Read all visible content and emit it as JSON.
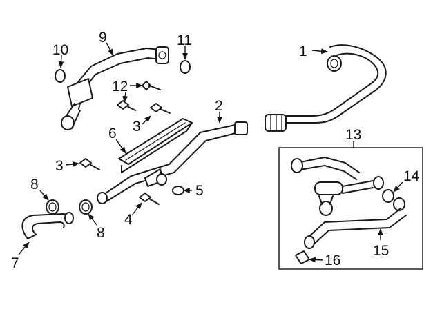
{
  "callouts": {
    "c1": "1",
    "c2": "2",
    "c3a": "3",
    "c3b": "3",
    "c4": "4",
    "c5": "5",
    "c6": "6",
    "c7": "7",
    "c8a": "8",
    "c8b": "8",
    "c9": "9",
    "c10": "10",
    "c11": "11",
    "c12": "12",
    "c13": "13",
    "c14": "14",
    "c15": "15",
    "c16": "16"
  }
}
